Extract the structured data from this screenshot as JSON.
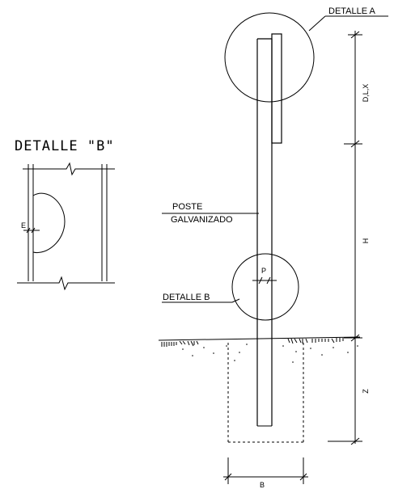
{
  "labels": {
    "detalle_a": "DETALLE A",
    "detalle_b_title": "DETALLE \"B\"",
    "detalle_b": "DETALLE B",
    "poste": "POSTE",
    "galvanizado": "GALVANIZADO",
    "dim_dlx": "D,L,X",
    "dim_h": "H",
    "dim_z": "Z",
    "dim_b": "B",
    "dim_p": "P",
    "dim_e": "E"
  }
}
